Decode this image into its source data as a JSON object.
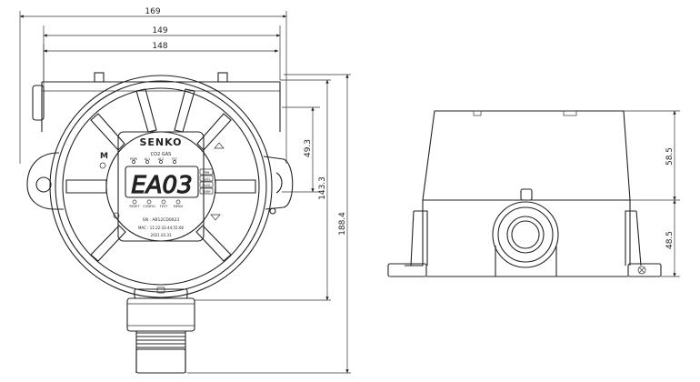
{
  "dimensions": {
    "front_width_overall": "169",
    "front_width_body": "149",
    "front_width_inner": "148",
    "front_height_inner": "49.3",
    "front_height_body": "143.3",
    "front_height_overall": "188.4",
    "side_height_top": "58.5",
    "side_height_bottom": "48.5"
  },
  "device": {
    "brand": "SENKO",
    "gas": "CO2 GAS",
    "display": "EA03",
    "status_indicators": [
      "PWR",
      "AL1",
      "AL2",
      "FLT"
    ],
    "side_buttons": [
      "PPM",
      "%LEL",
      "%VOL",
      "TEMP"
    ],
    "bottom_buttons": [
      "RESET",
      "CONFIG",
      "TEST",
      "MENU"
    ],
    "mode_label": "M",
    "serial_no": "SN : AB12CD0023",
    "mac": "MAC : 11:22:33:44:55:66",
    "date": "2021.03.31"
  }
}
